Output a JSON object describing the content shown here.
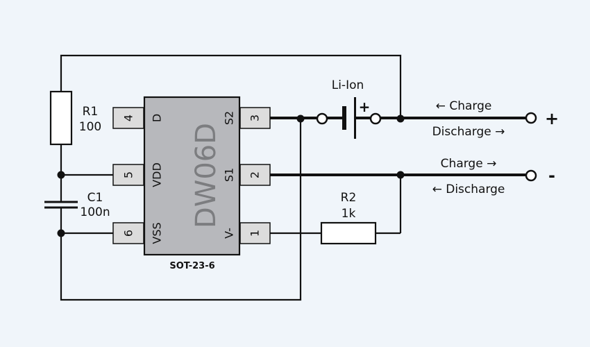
{
  "ic": {
    "part": "DW06D",
    "package": "SOT-23-6",
    "pins_left": [
      {
        "num": "4",
        "name": "D"
      },
      {
        "num": "5",
        "name": "VDD"
      },
      {
        "num": "6",
        "name": "VSS"
      }
    ],
    "pins_right": [
      {
        "num": "3",
        "name": "S2"
      },
      {
        "num": "2",
        "name": "S1"
      },
      {
        "num": "1",
        "name": "V-"
      }
    ]
  },
  "components": {
    "r1_name": "R1",
    "r1_value": "100",
    "c1_name": "C1",
    "c1_value": "100n",
    "r2_name": "R2",
    "r2_value": "1k",
    "battery_label": "Li-Ion",
    "battery_plus": "+"
  },
  "labels": {
    "top_charge": "← Charge",
    "top_discharge": "Discharge →",
    "bottom_charge": "Charge →",
    "bottom_discharge": "← Discharge",
    "terminal_plus": "+",
    "terminal_minus": "-"
  }
}
